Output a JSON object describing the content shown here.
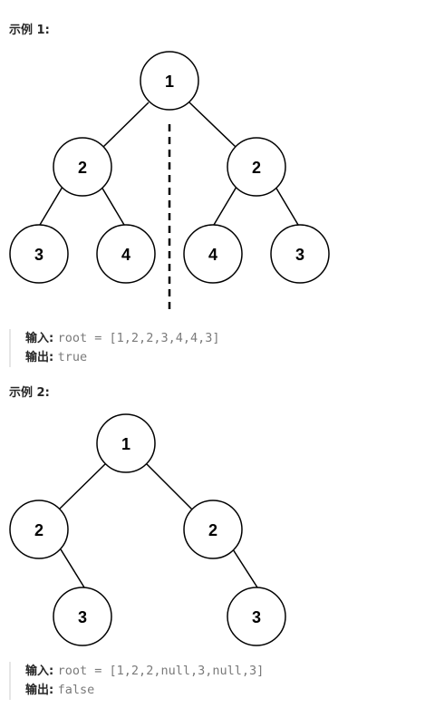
{
  "example1": {
    "heading": "示例 1:",
    "nodes": [
      "1",
      "2",
      "2",
      "3",
      "4",
      "4",
      "3"
    ],
    "input_label": "输入:",
    "input_value": "root = [1,2,2,3,4,4,3]",
    "output_label": "输出:",
    "output_value": "true"
  },
  "example2": {
    "heading": "示例 2:",
    "nodes": [
      "1",
      "2",
      "2",
      "3",
      "3"
    ],
    "input_label": "输入:",
    "input_value": "root = [1,2,2,null,3,null,3]",
    "output_label": "输出:",
    "output_value": "false"
  }
}
